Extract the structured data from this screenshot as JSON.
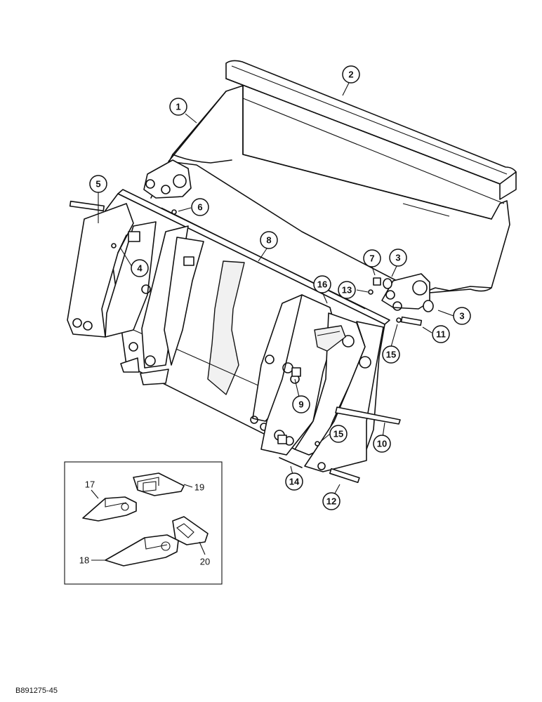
{
  "figure_code": "B891275-45",
  "callouts": [
    {
      "id": "c1",
      "label": "1"
    },
    {
      "id": "c2",
      "label": "2"
    },
    {
      "id": "c3a",
      "label": "3"
    },
    {
      "id": "c3b",
      "label": "3"
    },
    {
      "id": "c4",
      "label": "4"
    },
    {
      "id": "c5",
      "label": "5"
    },
    {
      "id": "c6",
      "label": "6"
    },
    {
      "id": "c7",
      "label": "7"
    },
    {
      "id": "c8",
      "label": "8"
    },
    {
      "id": "c9",
      "label": "9"
    },
    {
      "id": "c10",
      "label": "10"
    },
    {
      "id": "c11",
      "label": "11"
    },
    {
      "id": "c12",
      "label": "12"
    },
    {
      "id": "c13",
      "label": "13"
    },
    {
      "id": "c14",
      "label": "14"
    },
    {
      "id": "c15a",
      "label": "15"
    },
    {
      "id": "c15b",
      "label": "15"
    },
    {
      "id": "c16",
      "label": "16"
    }
  ],
  "inset_labels": [
    {
      "id": "i17",
      "label": "17"
    },
    {
      "id": "i18",
      "label": "18"
    },
    {
      "id": "i19",
      "label": "19"
    },
    {
      "id": "i20",
      "label": "20"
    }
  ]
}
